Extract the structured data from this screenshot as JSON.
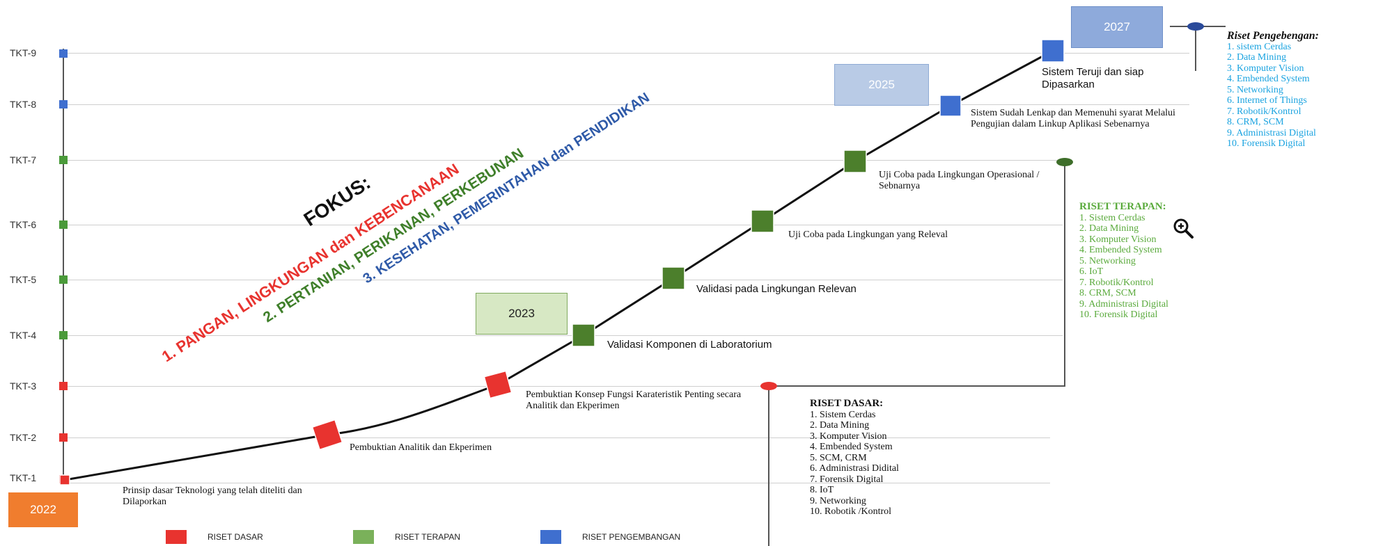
{
  "tkt_levels": [
    "TKT-9",
    "TKT-8",
    "TKT-7",
    "TKT-6",
    "TKT-5",
    "TKT-4",
    "TKT-3",
    "TKT-2",
    "TKT-1"
  ],
  "years": {
    "y2022": "2022",
    "y2023": "2023",
    "y2025": "2025",
    "y2027": "2027"
  },
  "focus": {
    "heading": "FOKUS:",
    "item1": "1. PANGAN, LINGKUNGAN dan KEBENCANAAN",
    "item2": "2. PERTANIAN, PERIKANAN, PERKEBUNAN",
    "item3": "3. KESEHATAN, PEMERINTAHAN dan PENDIDIKAN"
  },
  "steps": [
    {
      "level": "TKT-1",
      "category": "dasar",
      "label": "Prinsip dasar Teknologi yang telah diteliti dan Dilaporkan"
    },
    {
      "level": "TKT-2",
      "category": "dasar",
      "label": "Pembuktian Analitik dan Ekperimen"
    },
    {
      "level": "TKT-3",
      "category": "dasar",
      "label": "Pembuktian Konsep Fungsi Karateristik Penting secara Analitik dan Ekperimen"
    },
    {
      "level": "TKT-4",
      "category": "terapan",
      "label": "Validasi Komponen di Laboratorium"
    },
    {
      "level": "TKT-5",
      "category": "terapan",
      "label": "Validasi pada Lingkungan Relevan"
    },
    {
      "level": "TKT-6",
      "category": "terapan",
      "label": "Uji Coba pada Lingkungan yang Releval"
    },
    {
      "level": "TKT-7",
      "category": "terapan",
      "label": "Uji Coba pada Lingkungan Operasional / Sebnarnya"
    },
    {
      "level": "TKT-8",
      "category": "pengembangan",
      "label": "Sistem Sudah Lenkap dan Memenuhi syarat Melalui Pengujian dalam Linkup Aplikasi Sebenarnya"
    },
    {
      "level": "TKT-9",
      "category": "pengembangan",
      "label": "Sistem Teruji dan siap Dipasarkan"
    }
  ],
  "riset_dasar": {
    "title": "RISET DASAR:",
    "items": [
      "1.   Sistem Cerdas",
      "2.   Data Mining",
      "3.   Komputer Vision",
      "4.   Embended System",
      "5.   SCM, CRM",
      "6.   Administrasi Didital",
      "7.   Forensik Digital",
      "8.   IoT",
      "9.   Networking",
      "10. Robotik /Kontrol"
    ]
  },
  "riset_terapan": {
    "title": "RISET TERAPAN:",
    "items": [
      "1.   Sistem Cerdas",
      "2.   Data Mining",
      "3.   Komputer Vision",
      "4.   Embended System",
      "5.   Networking",
      "6.   IoT",
      "7.   Robotik/Kontrol",
      "8.   CRM, SCM",
      "9.   Administrasi Digital",
      "10. Forensik Digital"
    ]
  },
  "riset_pengembangan": {
    "title": "Riset Pengebengan:",
    "items": [
      "1. sistem Cerdas",
      "2. Data Mining",
      "3. Komputer Vision",
      "4. Embended System",
      "5. Networking",
      "6. Internet of Things",
      "7. Robotik/Kontrol",
      "8. CRM, SCM",
      "9. Administrasi Digital",
      "10. Forensik Digital"
    ]
  },
  "legend": {
    "dasar": "RISET DASAR",
    "terapan": "RISET TERAPAN",
    "pengembangan": "RISET PENGEMBANGAN"
  },
  "colors": {
    "dasar": "#e8332f",
    "terapan": "#4c7f2c",
    "pengembangan": "#3f6fcf",
    "terapan_text": "#5aaa3c",
    "pengembangan_text": "#1aa3e0",
    "focus_red": "#e8332f",
    "focus_green": "#3f7f2a",
    "focus_blue": "#2f5aa8",
    "year_2022": "#f07d2e",
    "year_2023": "#d7e8c4",
    "year_2025": "#b9cbe6",
    "year_2027": "#8eaadb"
  },
  "icons": {
    "zoom": "zoom-in-icon"
  }
}
